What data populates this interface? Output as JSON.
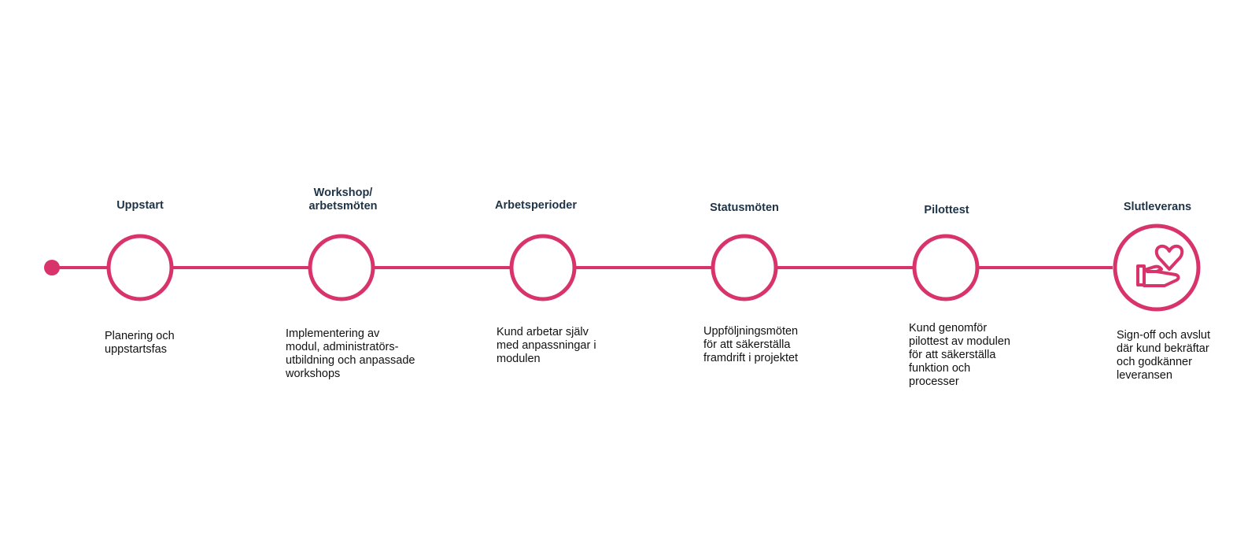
{
  "colors": {
    "accent": "#d8336b",
    "title": "#1f3346",
    "text": "#111111",
    "background": "#ffffff"
  },
  "steps": [
    {
      "title": "Uppstart",
      "description": "Planering och\nuppstartsfas",
      "icon": null
    },
    {
      "title": "Workshop/\narbetsmöten",
      "description": "Implementering av\nmodul, administratörs-\nutbildning och anpassade\nworkshops",
      "icon": null
    },
    {
      "title": "Arbetsperioder",
      "description": "Kund arbetar själv\nmed anpassningar i\nmodulen",
      "icon": null
    },
    {
      "title": "Statusmöten",
      "description": "Uppföljningsmöten\nför att säkerställa\nframdrift i projektet",
      "icon": null
    },
    {
      "title": "Pilottest",
      "description": "Kund genomför\npilottest av modulen\nför att säkerställa\nfunktion och\nprocesser",
      "icon": null
    },
    {
      "title": "Slutleverans",
      "description": "Sign-off och avslut\ndär kund bekräftar\noch godkänner\nleveransen",
      "icon": "hand-heart-icon"
    }
  ]
}
